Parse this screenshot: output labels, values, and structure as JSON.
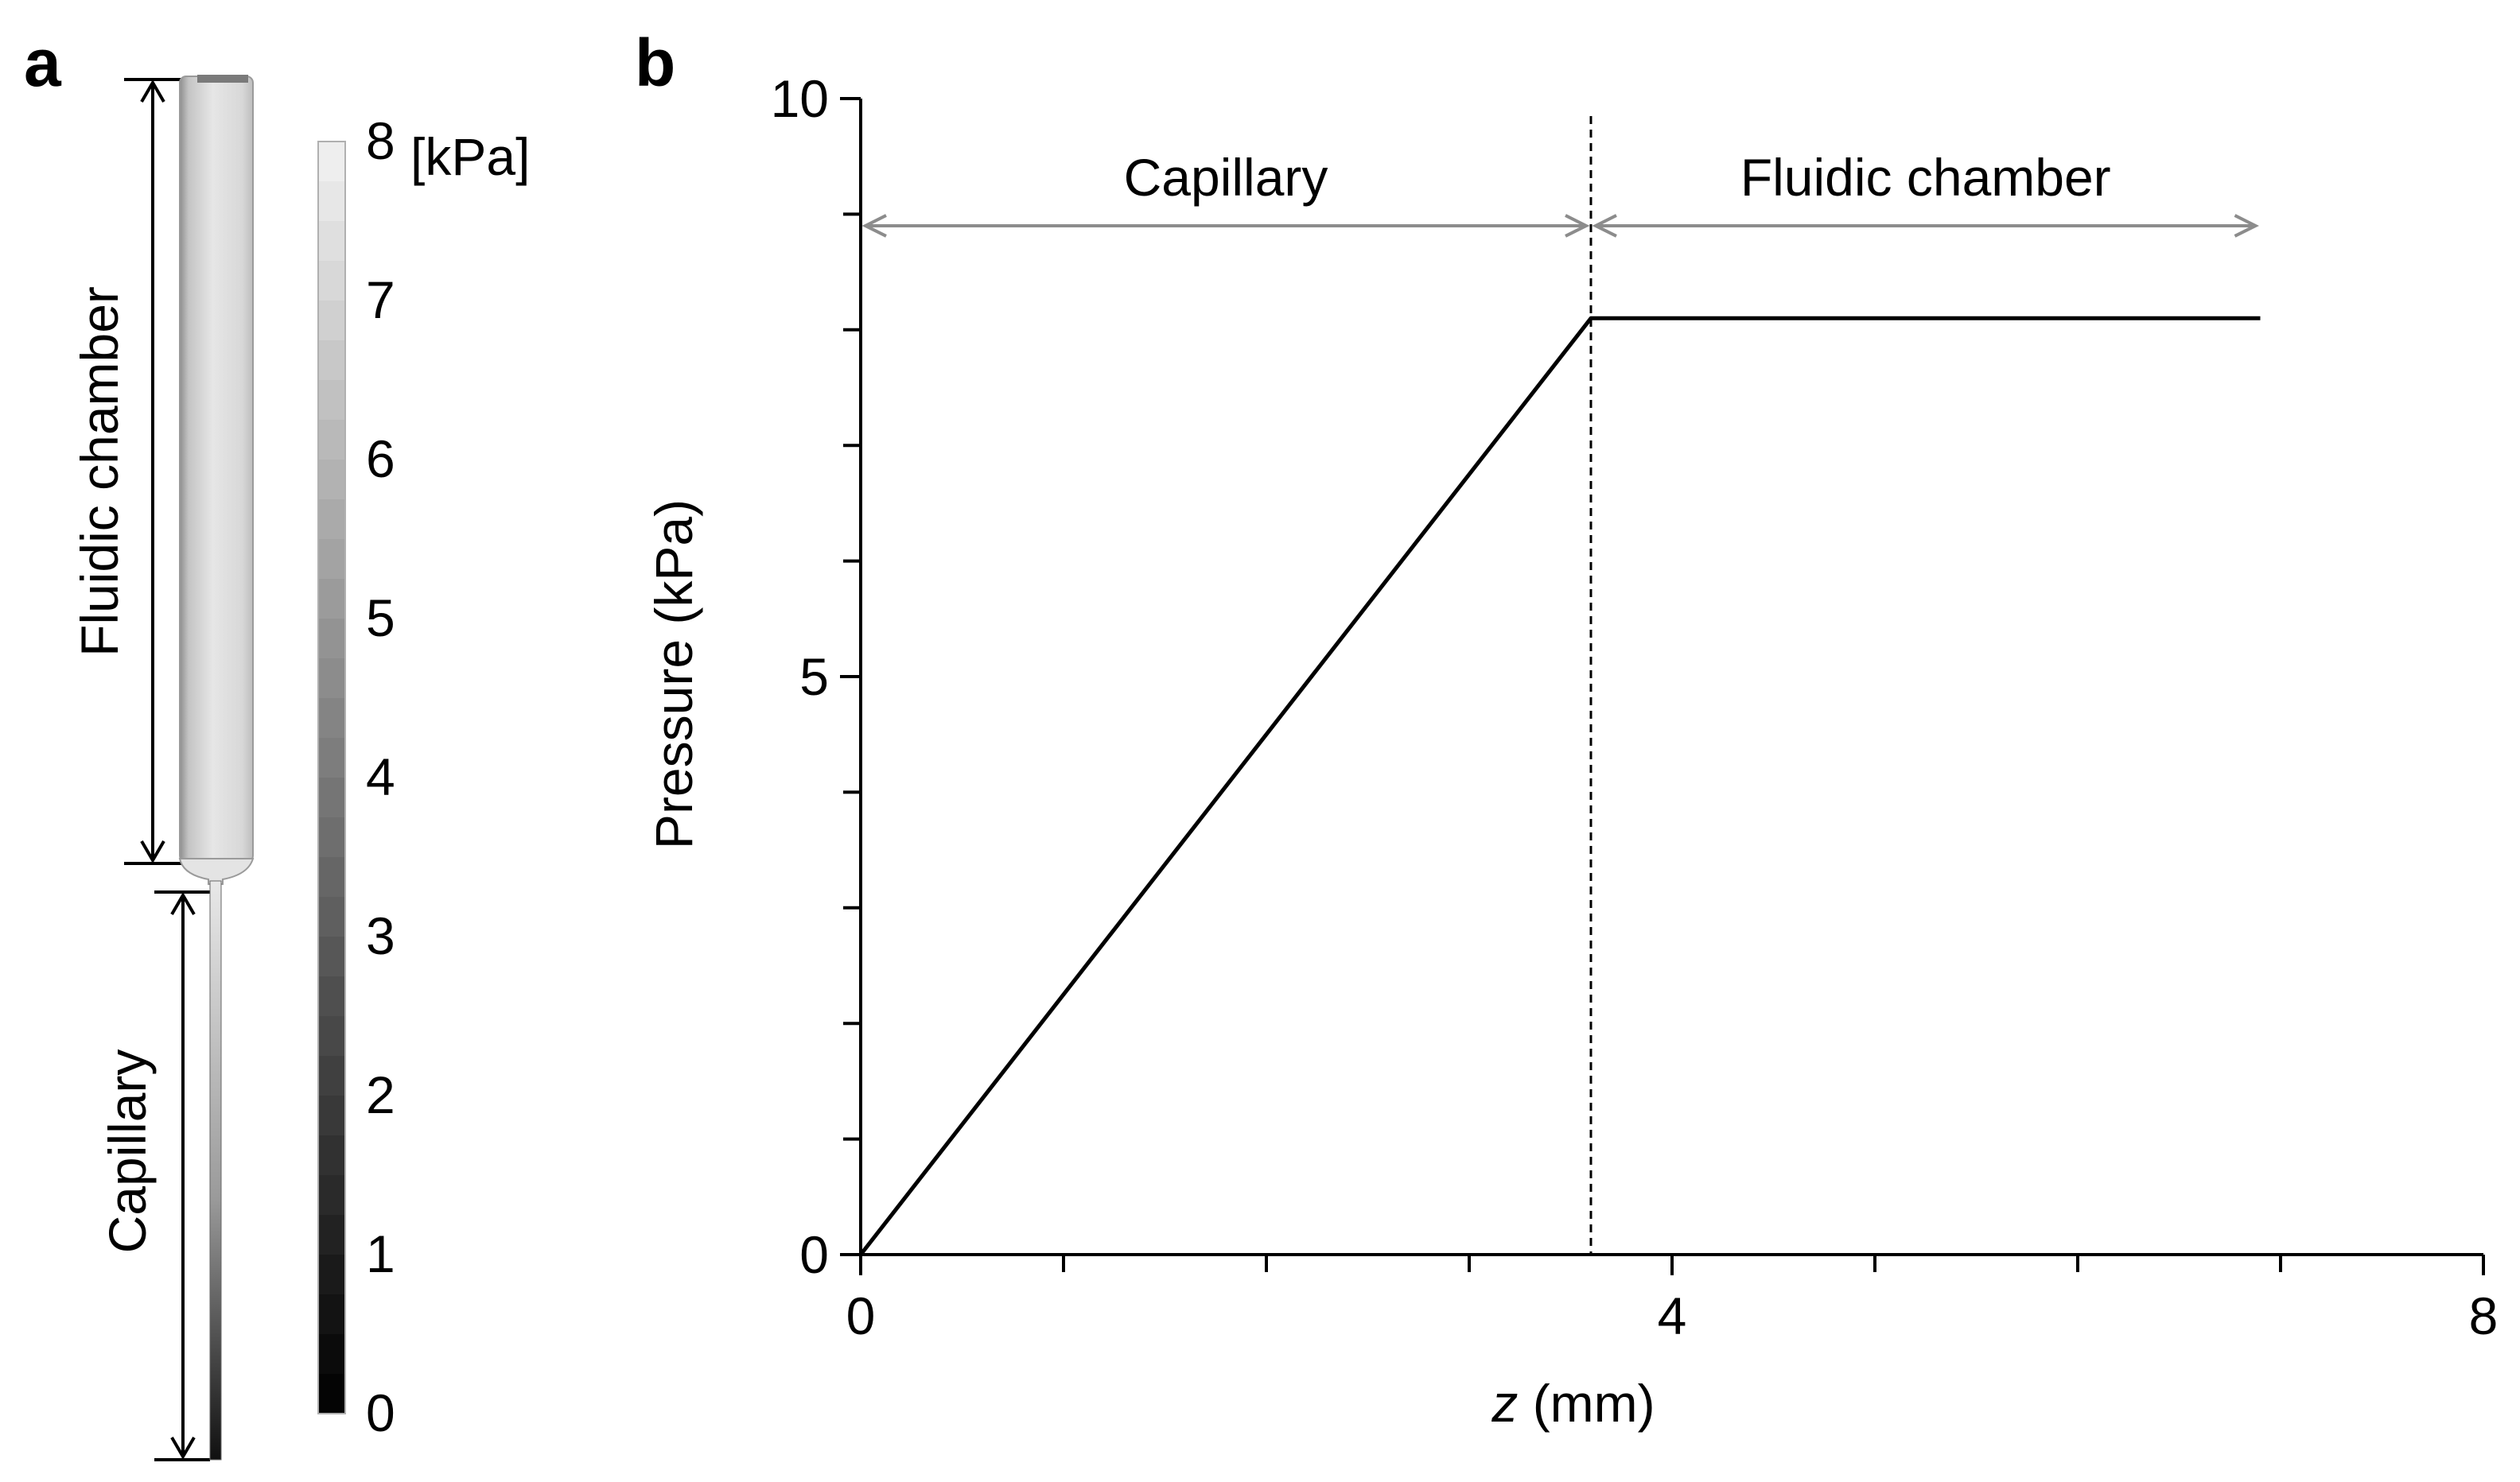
{
  "panel_a": {
    "letter": "a",
    "chamber_label": "Fluidic chamber",
    "capillary_label": "Capillary",
    "colorbar": {
      "unit": "[kPa]",
      "min": 0,
      "max": 8,
      "ticks": [
        "0",
        "1",
        "2",
        "3",
        "4",
        "5",
        "6",
        "7",
        "8"
      ],
      "low_color": "#000000",
      "high_color": "#f2f2f2"
    }
  },
  "panel_b": {
    "letter": "b",
    "chart_data": {
      "type": "line",
      "xlabel_italic": "z",
      "xlabel_rest": " (mm)",
      "ylabel": "Pressure (kPa)",
      "xlim": [
        0,
        8
      ],
      "ylim": [
        0,
        10
      ],
      "x_ticks": [
        "0",
        "4",
        "8"
      ],
      "y_ticks": [
        "0",
        "5",
        "10"
      ],
      "x_minor_step": 1,
      "y_minor_step": 1,
      "grid": false,
      "series": [
        {
          "x": [
            0,
            3.6,
            6.9
          ],
          "y": [
            0,
            8.1,
            8.1
          ],
          "color": "#000000"
        }
      ],
      "divider_x": 3.6,
      "regions": [
        {
          "label": "Capillary",
          "x_start": 0,
          "x_end": 3.6
        },
        {
          "label": "Fluidic chamber",
          "x_start": 3.6,
          "x_end": 6.9
        }
      ],
      "region_arrow_y": 8.9,
      "region_arrow_color": "#8c8c8c"
    }
  }
}
